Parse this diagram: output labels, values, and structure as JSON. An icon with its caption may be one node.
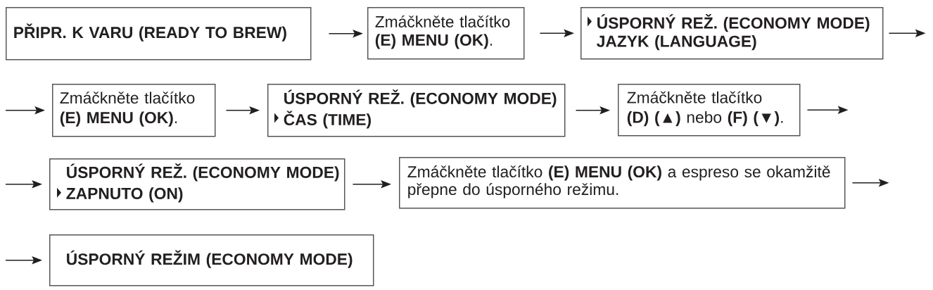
{
  "diagram": {
    "nodes": [
      {
        "text": [
          "PŘIPR. K VARU (READY TO BREW)"
        ]
      },
      {
        "text": [
          "Zmáčkněte tlačítko **(E) MENU (OK)**."
        ]
      },
      {
        "text": [
          "ÚSPORNÝ REŽ. (ECONOMY MODE)",
          "JAZYK (LANGUAGE)"
        ]
      },
      {
        "text": [
          "Zmáčkněte tlačítko **(E) MENU (OK)**."
        ]
      },
      {
        "text": [
          "ÚSPORNÝ REŽ. (ECONOMY MODE)",
          "ČAS (TIME)"
        ]
      },
      {
        "text": [
          "Zmáčkněte tlačítko **(D) (▲)** nebo **(F) (▼)**."
        ]
      },
      {
        "text": [
          "ÚSPORNÝ REŽ. (ECONOMY MODE)",
          "ZAPNUTO (ON)"
        ]
      },
      {
        "text": [
          "Zmáčkněte tlačítko **(E) MENU (OK)** a espreso se okamžitě přepne do úsporného režimu."
        ]
      },
      {
        "text": [
          "ÚSPORNÝ REŽIM (ECONOMY MODE)"
        ]
      }
    ],
    "edges": [
      {
        "from": 0,
        "to": 1,
        "arrow": "to"
      },
      {
        "from": 1,
        "to": 2,
        "arrow": "to"
      },
      {
        "from": 2,
        "to": null,
        "arrow": "to"
      },
      {
        "from": null,
        "to": 3,
        "arrow": "to"
      },
      {
        "from": 3,
        "to": 4,
        "arrow": "to"
      },
      {
        "from": 4,
        "to": 5,
        "arrow": "to"
      },
      {
        "from": 5,
        "to": null,
        "arrow": "to"
      },
      {
        "from": null,
        "to": 6,
        "arrow": "to"
      },
      {
        "from": 6,
        "to": 7,
        "arrow": "to"
      },
      {
        "from": 7,
        "to": null,
        "arrow": "to"
      },
      {
        "from": null,
        "to": 8,
        "arrow": "to"
      }
    ]
  }
}
